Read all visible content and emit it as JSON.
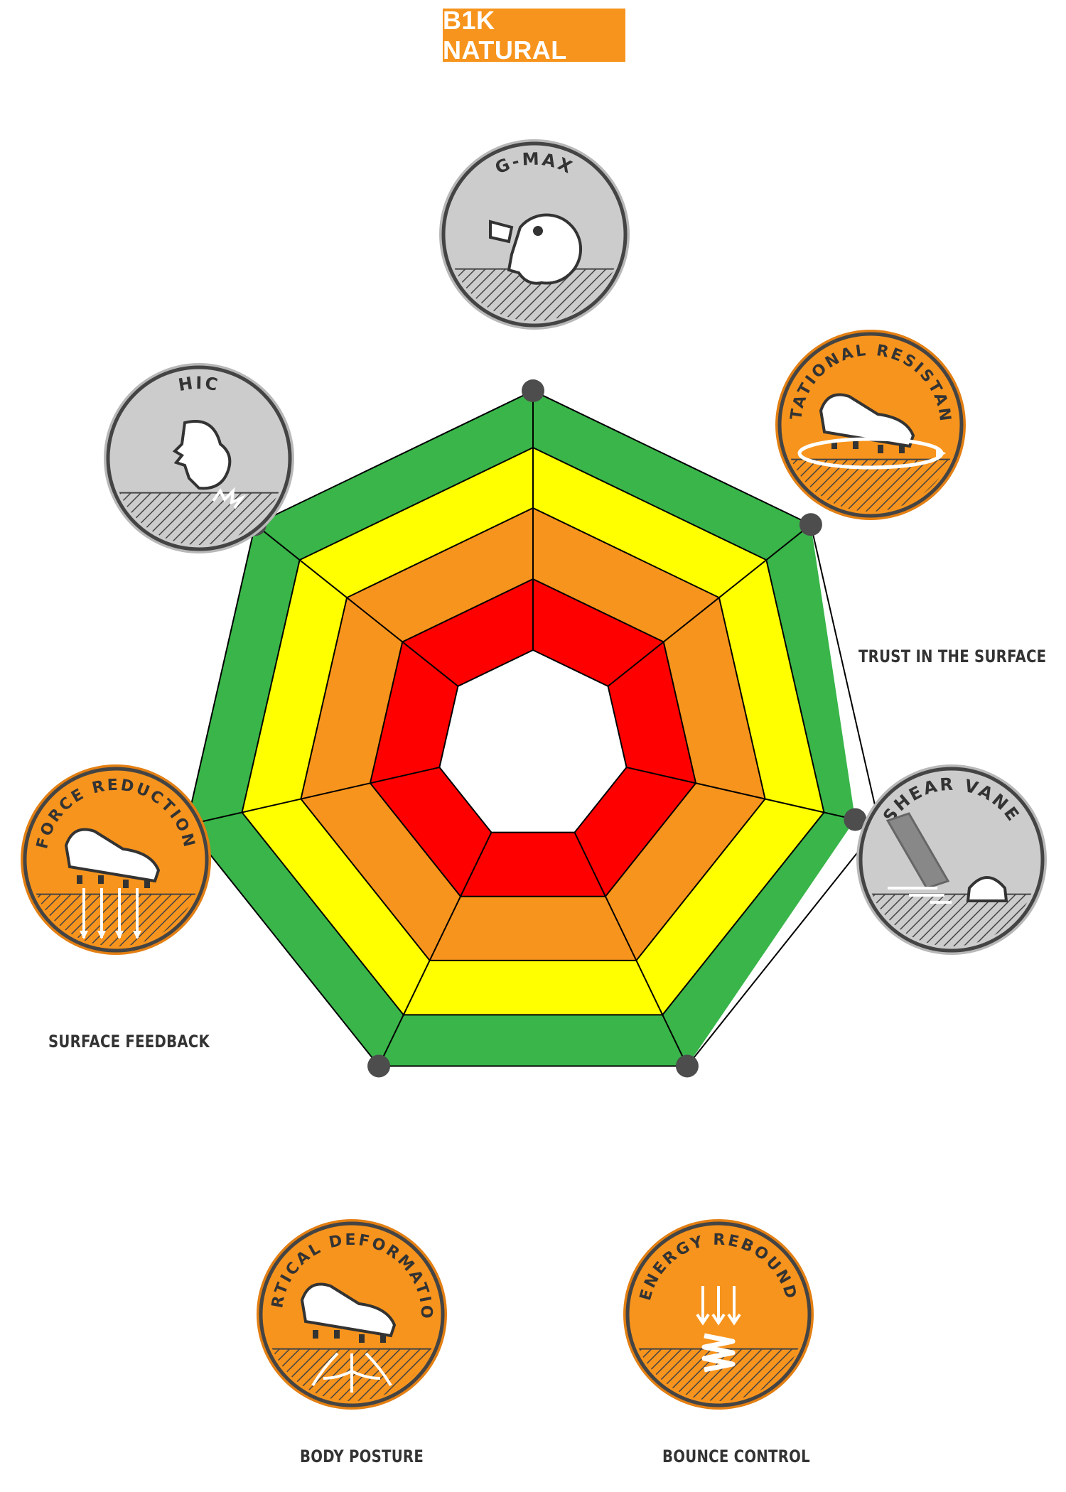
{
  "title": "B1K NATURAL",
  "colors": {
    "title_bg": "#f7941d",
    "badge_orange": "#f7941d",
    "badge_gray": "#cccccc",
    "band_green": "#39b54a",
    "band_yellow": "#ffff00",
    "band_orange": "#f7941d",
    "band_red": "#ff0000",
    "point": "#4d4d4d"
  },
  "badges": [
    {
      "label": "G-MAX",
      "color": "gray",
      "icon": "helmet-icon"
    },
    {
      "label": "ROTATIONAL RESISTANCE",
      "color": "orange",
      "icon": "cleat-rotation-icon"
    },
    {
      "label": "SHEAR VANE",
      "color": "gray",
      "icon": "shear-vane-icon"
    },
    {
      "label": "ENERGY REBOUND",
      "color": "orange",
      "icon": "spring-icon"
    },
    {
      "label": "VERTICAL DEFORMATION",
      "color": "orange",
      "icon": "cleat-deformation-icon"
    },
    {
      "label": "FORCE REDUCTION",
      "color": "orange",
      "icon": "cleat-impact-icon"
    },
    {
      "label": "HIC",
      "color": "gray",
      "icon": "head-impact-icon"
    }
  ],
  "captions": {
    "trust": "TRUST IN THE SURFACE",
    "feedback": "SURFACE FEEDBACK",
    "posture": "BODY POSTURE",
    "bounce": "BOUNCE CONTROL"
  },
  "chart_data": {
    "type": "radar",
    "axes": [
      "G-MAX",
      "ROTATIONAL RESISTANCE",
      "SHEAR VANE",
      "ENERGY REBOUND",
      "VERTICAL DEFORMATION",
      "FORCE REDUCTION",
      "HIC"
    ],
    "bands": [
      "red",
      "orange",
      "yellow",
      "green"
    ],
    "values": [
      1.0,
      1.0,
      0.93,
      1.0,
      1.0,
      1.0,
      1.0
    ]
  }
}
